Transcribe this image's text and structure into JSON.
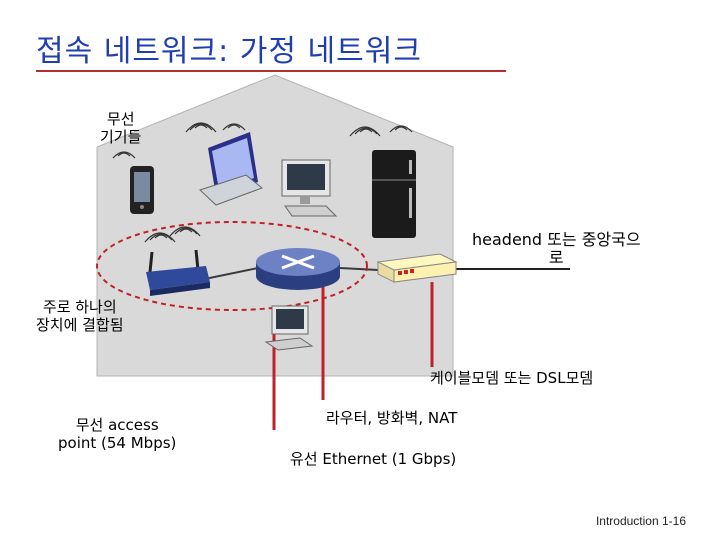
{
  "title": "접속 네트워크: 가정 네트워크",
  "labels": {
    "wireless_devices_line1": "무선",
    "wireless_devices_line2": "기기들",
    "often_combined_line1": "주로 하나의",
    "often_combined_line2": "장치에 결합됨",
    "headend_line1": "headend 또는 중앙국으",
    "headend_line2": "로",
    "modem": "케이블모뎀 또는 DSL모뎀",
    "router": "라우터, 방화벽, NAT",
    "ap_line1": "무선 access",
    "ap_line2": "point (54 Mbps)",
    "wired": "유선 Ethernet (1 Gbps)"
  },
  "footer": "Introduction 1-16",
  "colors": {
    "title": "#1f3fb0",
    "title_rule": "#b03030",
    "house_fill": "#d9d9d9",
    "cable": "#c0202a",
    "dashed_ellipse": "#c0202a",
    "router_body": "#5a6fb0"
  }
}
